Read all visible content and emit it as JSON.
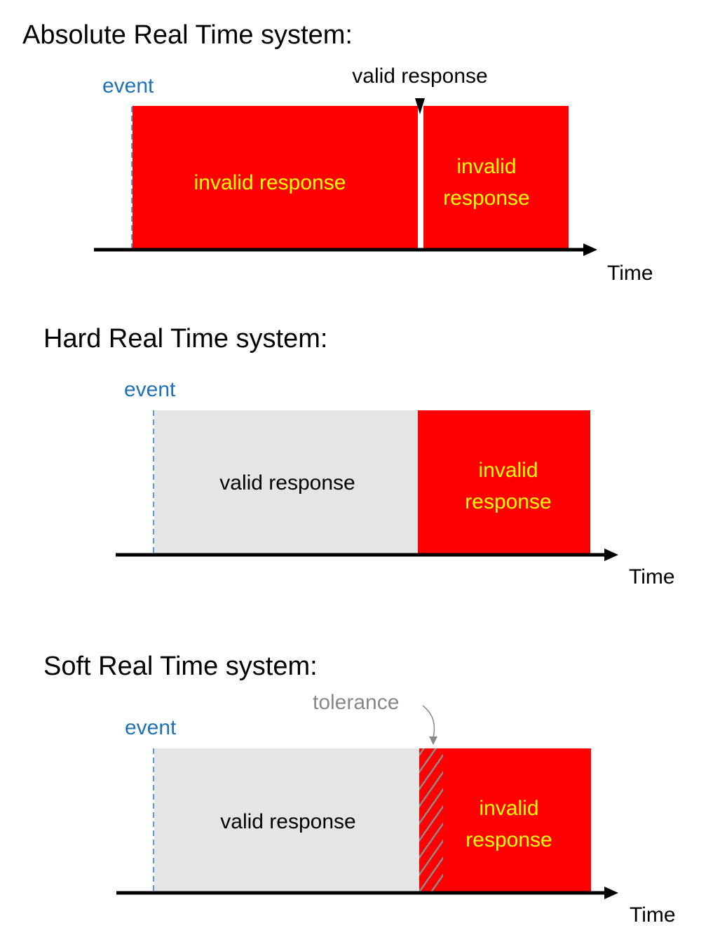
{
  "colors": {
    "invalid_fill": "#ff0000",
    "valid_fill": "#e5e5e5",
    "invalid_text": "#ffff00",
    "valid_text": "#000000",
    "event_text": "#1f72b8",
    "event_line": "#5b9bd5",
    "tolerance_text": "#888888",
    "axis": "#000000"
  },
  "panels": {
    "absolute": {
      "title": "Absolute Real Time system:",
      "event_label": "event",
      "valid_marker_label": "valid response",
      "invalid_left_label": "invalid response",
      "invalid_right_line1": "invalid",
      "invalid_right_line2": "response",
      "axis_label": "Time"
    },
    "hard": {
      "title": "Hard Real Time system:",
      "event_label": "event",
      "valid_label": "valid response",
      "invalid_line1": "invalid",
      "invalid_line2": "response",
      "axis_label": "Time"
    },
    "soft": {
      "title": "Soft Real Time system:",
      "event_label": "event",
      "tolerance_label": "tolerance",
      "valid_label": "valid response",
      "invalid_line1": "invalid",
      "invalid_line2": "response",
      "axis_label": "Time"
    }
  }
}
